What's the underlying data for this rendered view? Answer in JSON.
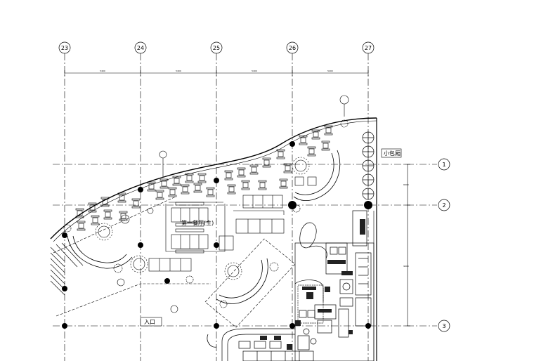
{
  "drawing": {
    "grid_cols": [
      "23",
      "24",
      "25",
      "26",
      "27"
    ],
    "grid_rows": [
      "1",
      "2",
      "3"
    ],
    "dims_top": [
      "5400",
      "5400",
      "5400",
      "5400"
    ],
    "dims_right": [
      "6000",
      "9000"
    ],
    "rooms": {
      "private_room": "小包厢",
      "main_hall": "第一餐厅(主)",
      "entrance": "入口"
    }
  }
}
